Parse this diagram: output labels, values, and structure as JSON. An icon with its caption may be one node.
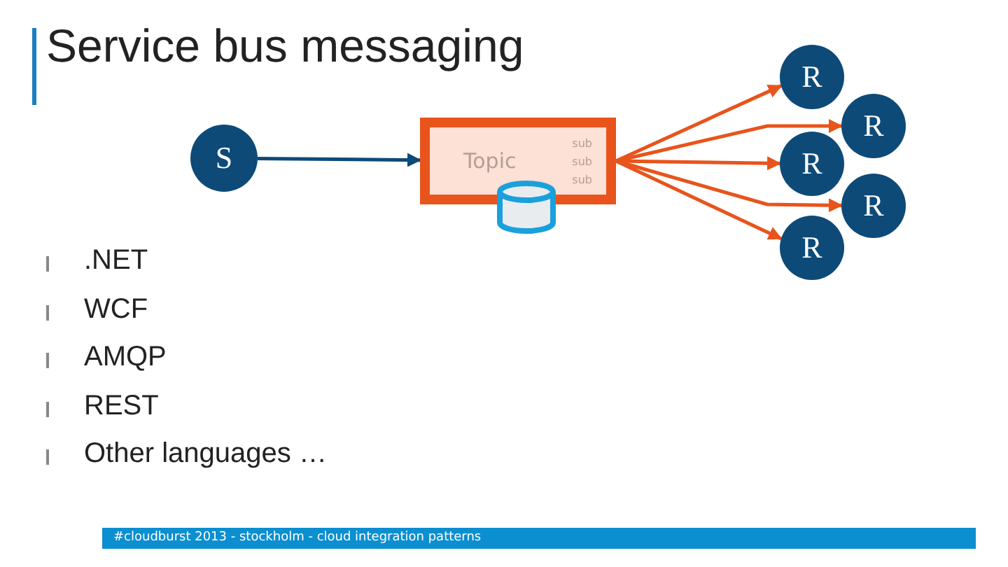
{
  "diagram": {
    "title": "Service bus messaging",
    "nodes": [
      {
        "text": [
          "S"
        ]
      },
      {
        "text": [
          "Topic",
          "sub",
          "sub",
          "sub"
        ]
      },
      {
        "text": [],
        "shape": "cylinder"
      },
      {
        "text": [
          "R"
        ]
      },
      {
        "text": [
          "R"
        ]
      },
      {
        "text": [
          "R"
        ]
      },
      {
        "text": [
          "R"
        ]
      },
      {
        "text": [
          "R"
        ]
      }
    ],
    "edges": [
      {
        "from": 0,
        "to": 1,
        "arrow": "to",
        "color": "#0d4a78"
      },
      {
        "from": 1,
        "to": 3,
        "arrow": "to"
      },
      {
        "from": 1,
        "to": 4,
        "arrow": "to"
      },
      {
        "from": 1,
        "to": 5,
        "arrow": "to"
      },
      {
        "from": 1,
        "to": 6,
        "arrow": "to"
      },
      {
        "from": 1,
        "to": 7,
        "arrow": "to"
      }
    ],
    "labels": [
      ".NET",
      "WCF",
      "AMQP",
      "REST",
      "Other languages …",
      "#cloudburst 2013 - stockholm - cloud integration patterns"
    ]
  }
}
